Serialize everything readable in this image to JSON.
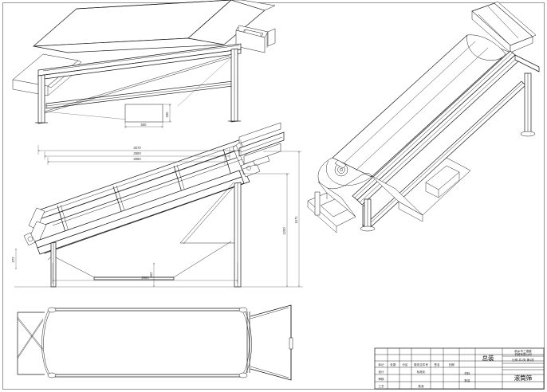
{
  "sheet": {
    "kind": "engineering-drawing",
    "background": "#ffffff",
    "line_color": "#1a1a1a",
    "border": true
  },
  "views": {
    "top_left": {
      "name": "isometric-view-upper-left",
      "description": "inclined trommel drum screen on leg frame, viewed from rear-left isometric"
    },
    "right": {
      "name": "isometric-view-right",
      "description": "trommel drum screen with feed hopper, support frame, legs and discharge chute"
    },
    "middle_left": {
      "name": "side-elevation-view",
      "description": "dimensioned side elevation of inclined drum screen with frame and hopper"
    },
    "bottom_left": {
      "name": "plan-view",
      "description": "top plan view of drum with end hopper"
    }
  },
  "dimensions": {
    "detail_500": "500",
    "detail_200": "200",
    "overall_3070": "3070",
    "inner_2900": "2900",
    "inner_2850": "2850",
    "height_1200": "1200",
    "height_1571": "1571",
    "base_2900": "2900",
    "drop_162": "162",
    "left_small": "372"
  },
  "title_block": {
    "columns": [
      "标记",
      "处数",
      "分区",
      "更改文件号",
      "签名",
      "日期"
    ],
    "rows": [
      {
        "label": "设计",
        "mid": "标准化",
        "right": "材料"
      },
      {
        "label": "审核",
        "mid": "",
        "right": "数量"
      },
      {
        "label": "工艺",
        "mid": "批准",
        "right": ""
      }
    ],
    "assembly_label": "总装",
    "part_name": "滚筒筛",
    "company_line1": "新乡市三德重",
    "company_line2": "机械有限公司",
    "scale_row": "比例  共1张 第1张"
  }
}
